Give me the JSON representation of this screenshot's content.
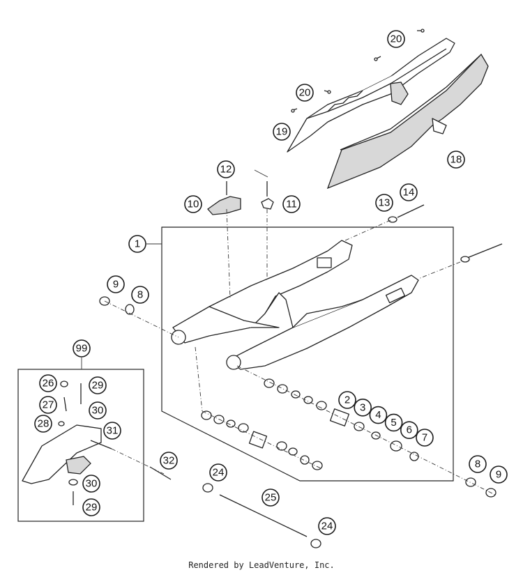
{
  "footer": "Rendered by LeadVenture, Inc.",
  "colors": {
    "line": "#222222",
    "shade": "#d8d8d8",
    "background": "#ffffff"
  },
  "callouts": [
    {
      "id": "c20a",
      "label": "20"
    },
    {
      "id": "c20b",
      "label": "20"
    },
    {
      "id": "c19",
      "label": "19"
    },
    {
      "id": "c18",
      "label": "18"
    },
    {
      "id": "c12",
      "label": "12"
    },
    {
      "id": "c10",
      "label": "10"
    },
    {
      "id": "c11",
      "label": "11"
    },
    {
      "id": "c13",
      "label": "13"
    },
    {
      "id": "c14",
      "label": "14"
    },
    {
      "id": "c1",
      "label": "1"
    },
    {
      "id": "c9a",
      "label": "9"
    },
    {
      "id": "c8a",
      "label": "8"
    },
    {
      "id": "c99",
      "label": "99"
    },
    {
      "id": "c26",
      "label": "26"
    },
    {
      "id": "c29a",
      "label": "29"
    },
    {
      "id": "c27",
      "label": "27"
    },
    {
      "id": "c30a",
      "label": "30"
    },
    {
      "id": "c28",
      "label": "28"
    },
    {
      "id": "c31",
      "label": "31"
    },
    {
      "id": "c32",
      "label": "32"
    },
    {
      "id": "c30b",
      "label": "30"
    },
    {
      "id": "c29b",
      "label": "29"
    },
    {
      "id": "c2",
      "label": "2"
    },
    {
      "id": "c3",
      "label": "3"
    },
    {
      "id": "c4",
      "label": "4"
    },
    {
      "id": "c5",
      "label": "5"
    },
    {
      "id": "c6",
      "label": "6"
    },
    {
      "id": "c7",
      "label": "7"
    },
    {
      "id": "c8b",
      "label": "8"
    },
    {
      "id": "c9b",
      "label": "9"
    },
    {
      "id": "c24a",
      "label": "24"
    },
    {
      "id": "c25",
      "label": "25"
    },
    {
      "id": "c24b",
      "label": "24"
    }
  ]
}
